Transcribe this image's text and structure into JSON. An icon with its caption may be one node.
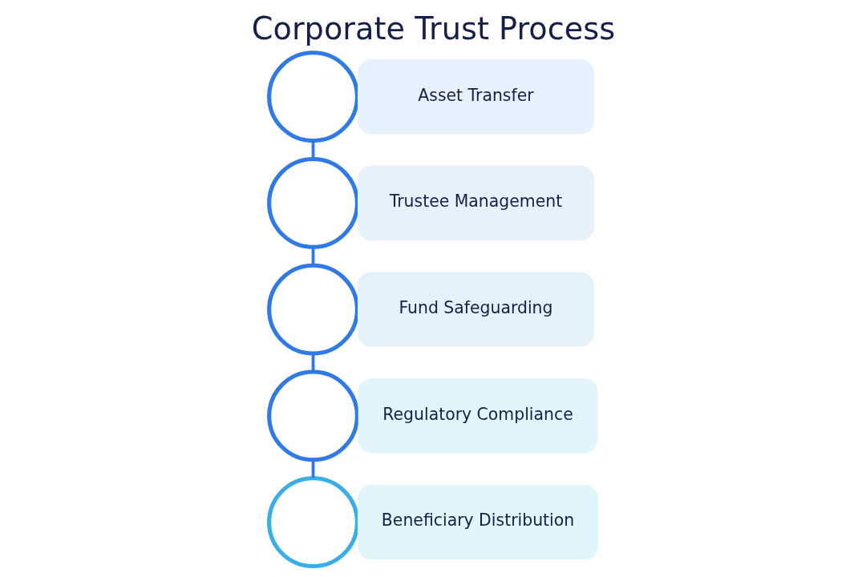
{
  "diagram": {
    "title": "Corporate Trust Process",
    "nodes": [
      {
        "text": [],
        "shape": "circle"
      },
      {
        "text": [
          "Asset Transfer"
        ]
      },
      {
        "text": [],
        "shape": "circle"
      },
      {
        "text": [
          "Trustee Management"
        ]
      },
      {
        "text": [],
        "shape": "circle"
      },
      {
        "text": [
          "Fund Safeguarding"
        ]
      },
      {
        "text": [],
        "shape": "circle"
      },
      {
        "text": [
          "Regulatory Compliance"
        ]
      },
      {
        "text": [],
        "shape": "circle"
      },
      {
        "text": [
          "Beneficiary Distribution"
        ]
      }
    ],
    "edges": [
      {
        "from": 0,
        "to": 2,
        "arrow": "none"
      },
      {
        "from": 2,
        "to": 4,
        "arrow": "none"
      },
      {
        "from": 4,
        "to": 6,
        "arrow": "none"
      },
      {
        "from": 6,
        "to": 8,
        "arrow": "none"
      }
    ]
  }
}
